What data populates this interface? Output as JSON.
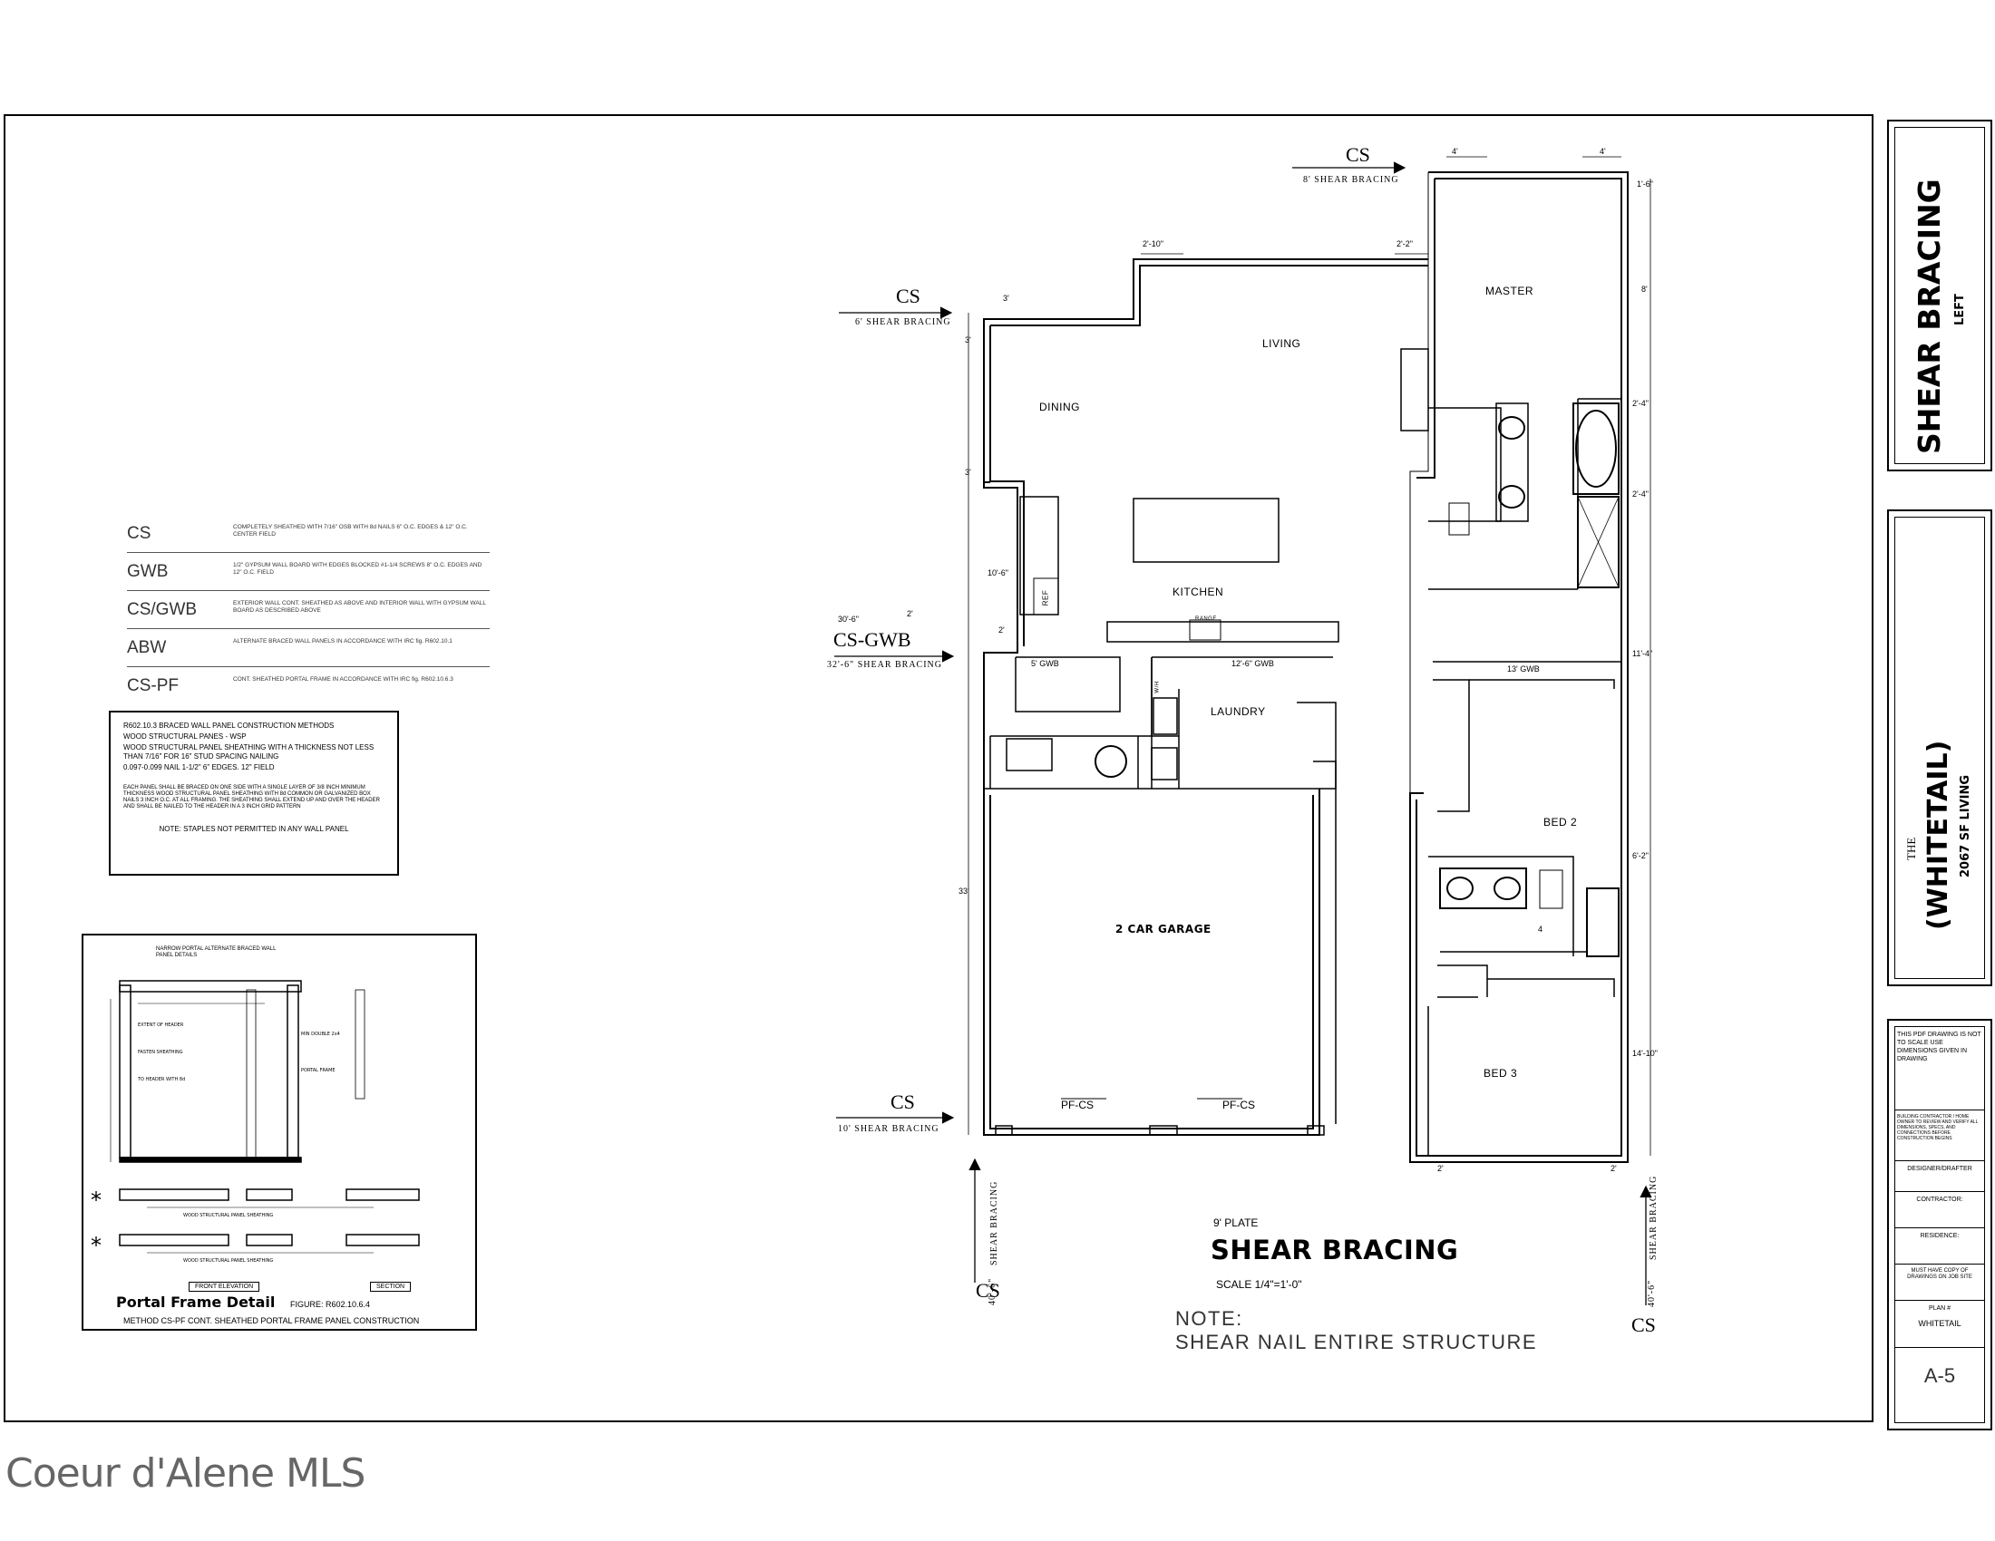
{
  "rooms": {
    "master": "MASTER",
    "living": "LIVING",
    "dining": "DINING",
    "kitchen": "KITCHEN",
    "laundry": "LAUNDRY",
    "garage": "2 CAR GARAGE",
    "bed2": "BED 2",
    "bed3": "BED 3",
    "ref": "REF",
    "range": "RANGE",
    "wh": "W/H"
  },
  "section_marks": {
    "top_right": {
      "code": "CS",
      "note": "8' SHEAR BRACING"
    },
    "top_left": {
      "code": "CS",
      "note": "6' SHEAR BRACING"
    },
    "middle_left": {
      "code": "CS-GWB",
      "note": "32'-6\" SHEAR BRACING",
      "dim_a": "30'-6\"",
      "dim_b": "2'"
    },
    "bottom_left": {
      "code": "CS",
      "note": "10' SHEAR BRACING"
    },
    "vert_left": {
      "code": "CS",
      "note": "SHEAR BRACING",
      "dim": "40'-6\""
    },
    "vert_right": {
      "code": "CS",
      "note": "SHEAR BRACING",
      "dim": "40'-6\""
    }
  },
  "dimensions": {
    "top_4a": "4'",
    "top_4b": "4'",
    "d_1_6": "1'-6\"",
    "d_2_10": "2'-10\"",
    "d_2_2": "2'-2\"",
    "d_3a": "3'",
    "d_3b": "3'",
    "d_3c": "3'",
    "d_8": "8'",
    "d_2_4a": "2'-4\"",
    "d_2_4b": "2'-4\"",
    "d_10_6": "10'-6\"",
    "d_2": "2'",
    "d_5gwb": "5' GWB",
    "d_12_6gwb": "12'-6\" GWB",
    "d_13gwb": "13' GWB",
    "d_11_4": "11'-4\"",
    "d_6_2": "6'-2\"",
    "d_33": "33'",
    "d_14_10": "14'-10\"",
    "d_2b": "2'",
    "d_2c": "2'",
    "pf1": "PF-CS",
    "pf2": "PF-CS",
    "d_4": "4"
  },
  "legend": [
    {
      "code": "CS",
      "desc": "COMPLETELY SHEATHED WITH 7/16\" OSB WITH 8d NAILS 6\" O.C. EDGES & 12\" O.C. CENTER FIELD"
    },
    {
      "code": "GWB",
      "desc": "1/2\" GYPSUM WALL BOARD WITH EDGES BLOCKED #1-1/4 SCREWS 8\" O.C. EDGES AND 12\" O.C. FIELD"
    },
    {
      "code": "CS/GWB",
      "desc": "EXTERIOR WALL CONT. SHEATHED AS ABOVE AND INTERIOR WALL WITH GYPSUM WALL BOARD AS DESCRIBED ABOVE"
    },
    {
      "code": "ABW",
      "desc": "ALTERNATE BRACED WALL PANELS IN ACCORDANCE WITH IRC fig. R602.10.1"
    },
    {
      "code": "CS-PF",
      "desc": "CONT. SHEATHED PORTAL FRAME IN ACCORDANCE WITH IRC fig. R602.10.6.3"
    }
  ],
  "methods_box": {
    "heading": "R602.10.3 BRACED WALL PANEL CONSTRUCTION METHODS",
    "l1": "WOOD STRUCTURAL PANES - WSP",
    "l2": "WOOD STRUCTURAL PANEL SHEATHING WITH A THICKNESS NOT LESS THAN 7/16\" FOR 16\" STUD SPACING NAILING",
    "l3": "0.097-0.099 NAIL 1-1/2\" 6\" EDGES. 12\" FIELD",
    "l4": "EACH PANEL SHALL BE BRACED ON ONE SIDE WITH A SINGLE LAYER OF 3/8 INCH MINIMUM THICKNESS WOOD STRUCTURAL PANEL SHEATHING WITH 8d COMMON OR GALVANIZED BOX NAILS 3 INCH O.C. AT ALL FRAMING. THE SHEATHING SHALL EXTEND UP AND OVER THE HEADER AND SHALL BE NAILED TO THE HEADER IN A 3 INCH GRID PATTERN",
    "note": "NOTE: STAPLES NOT PERMITTED IN ANY WALL PANEL"
  },
  "portal": {
    "t1": "NARROW PORTAL ALTERNATE BRACED WALL PANEL DETAILS",
    "front": "FRONT ELEVATION",
    "section": "SECTION",
    "title": "Portal Frame Detail",
    "figure": "FIGURE: R602.10.6.4",
    "method": "METHOD CS-PF CONT. SHEATHED PORTAL FRAME PANEL CONSTRUCTION"
  },
  "drawing": {
    "plate": "9' PLATE",
    "title": "SHEAR BRACING",
    "scale": "SCALE  1/4\"=1'-0\"",
    "note_label": "NOTE:",
    "note_text": "SHEAR NAIL ENTIRE STRUCTURE"
  },
  "title_block": {
    "sheet_title": "SHEAR BRACING",
    "sheet_sub": "LEFT",
    "the": "THE",
    "name": "(WHITETAIL)",
    "living": "2067 SF LIVING",
    "scale_note": "THIS PDF DRAWING IS NOT TO SCALE USE DIMENSIONS GIVEN IN DRAWING",
    "contractor_note": "BUILDING CONTRACTOR / HOME OWNER TO REVIEW AND VERIFY ALL DIMENSIONS, SPECS, AND CONNECTIONS BEFORE CONSTRUCTION BEGINS",
    "designer": "DESIGNER/DRAFTER",
    "contractor": "CONTRACTOR:",
    "residence": "RESIDENCE:",
    "must_have": "MUST HAVE COPY OF DRAWINGS ON JOB SITE",
    "plan_label": "PLAN #",
    "plan_name": "WHITETAIL",
    "sheet": "A-5"
  },
  "watermark": "Coeur d'Alene MLS"
}
